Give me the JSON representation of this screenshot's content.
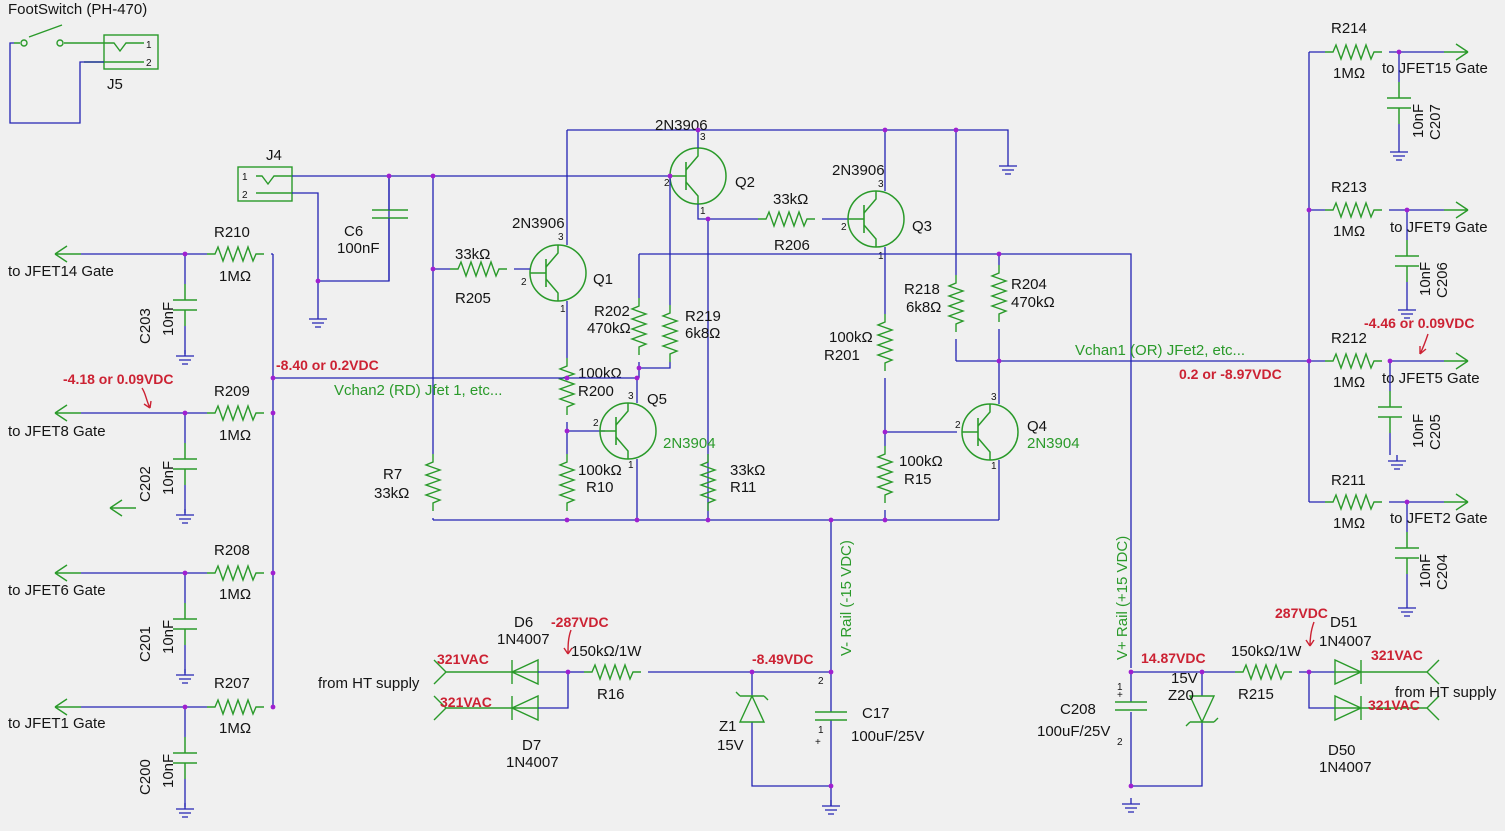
{
  "switch": {
    "name": "FootSwitch (PH-470)",
    "ref": "J5",
    "pin1": "1",
    "pin2": "2"
  },
  "jack_j4": {
    "ref": "J4",
    "pin1": "1",
    "pin2": "2"
  },
  "transistors": {
    "q1": {
      "type": "2N3906",
      "ref": "Q1",
      "b": "2",
      "c": "3",
      "e": "1"
    },
    "q2": {
      "type": "2N3906",
      "ref": "Q2",
      "b": "2",
      "c": "3",
      "e": "1"
    },
    "q3": {
      "type": "2N3906",
      "ref": "Q3",
      "b": "2",
      "c": "3",
      "e": "1"
    },
    "q4": {
      "type": "2N3904",
      "ref": "Q4",
      "b": "2",
      "c": "3",
      "e": "1"
    },
    "q5": {
      "type": "2N3904",
      "ref": "Q5",
      "b": "2",
      "c": "3",
      "e": "1"
    }
  },
  "resistors": {
    "r205": {
      "value": "33kΩ",
      "ref": "R205"
    },
    "r206": {
      "value": "33kΩ",
      "ref": "R206"
    },
    "r202": {
      "value": "470kΩ",
      "ref": "R202"
    },
    "r219": {
      "value": "6k8Ω",
      "ref": "R219"
    },
    "r200": {
      "value": "100kΩ",
      "ref": "R200"
    },
    "r10": {
      "value": "100kΩ",
      "ref": "R10"
    },
    "r11": {
      "value": "33kΩ",
      "ref": "R11"
    },
    "r7": {
      "value": "33kΩ",
      "ref": "R7"
    },
    "r201": {
      "value": "100kΩ",
      "ref": "R201"
    },
    "r15": {
      "value": "100kΩ",
      "ref": "R15"
    },
    "r218": {
      "value": "6k8Ω",
      "ref": "R218"
    },
    "r204": {
      "value": "470kΩ",
      "ref": "R204"
    },
    "r16": {
      "value": "150kΩ/1W",
      "ref": "R16"
    },
    "r215": {
      "value": "150kΩ/1W",
      "ref": "R215"
    },
    "r210": {
      "value": "1MΩ",
      "ref": "R210"
    },
    "r209": {
      "value": "1MΩ",
      "ref": "R209"
    },
    "r208": {
      "value": "1MΩ",
      "ref": "R208"
    },
    "r207": {
      "value": "1MΩ",
      "ref": "R207"
    },
    "r214": {
      "value": "1MΩ",
      "ref": "R214"
    },
    "r213": {
      "value": "1MΩ",
      "ref": "R213"
    },
    "r212": {
      "value": "1MΩ",
      "ref": "R212"
    },
    "r211": {
      "value": "1MΩ",
      "ref": "R211"
    }
  },
  "capacitors": {
    "c6": {
      "value": "100nF",
      "ref": "C6"
    },
    "c203": {
      "value": "10nF",
      "ref": "C203"
    },
    "c202": {
      "value": "10nF",
      "ref": "C202"
    },
    "c201": {
      "value": "10nF",
      "ref": "C201"
    },
    "c200": {
      "value": "10nF",
      "ref": "C200"
    },
    "c207": {
      "value": "10nF",
      "ref": "C207"
    },
    "c206": {
      "value": "10nF",
      "ref": "C206"
    },
    "c205": {
      "value": "10nF",
      "ref": "C205"
    },
    "c204": {
      "value": "10nF",
      "ref": "C204"
    },
    "c17": {
      "value": "100uF/25V",
      "ref": "C17",
      "pos": "+",
      "pin1": "1",
      "pin2": "2"
    },
    "c208": {
      "value": "100uF/25V",
      "ref": "C208",
      "pos": "+",
      "pin1": "1",
      "pin2": "2"
    }
  },
  "diodes": {
    "d6": {
      "ref": "D6",
      "type": "1N4007"
    },
    "d7": {
      "ref": "D7",
      "type": "1N4007"
    },
    "d50": {
      "ref": "D50",
      "type": "1N4007"
    },
    "d51": {
      "ref": "D51",
      "type": "1N4007"
    },
    "z1": {
      "ref": "Z1",
      "value": "15V"
    },
    "z20": {
      "ref": "Z20",
      "value": "15V"
    }
  },
  "ports": {
    "jfet14": "to JFET14 Gate",
    "jfet8": "to JFET8 Gate",
    "jfet6": "to JFET6 Gate",
    "jfet1": "to JFET1 Gate",
    "jfet15": "to JFET15 Gate",
    "jfet9": "to JFET9 Gate",
    "jfet5": "to JFET5 Gate",
    "jfet2": "to JFET2 Gate",
    "ht_left": "from HT supply",
    "ht_right": "from HT supply"
  },
  "nets": {
    "vchan2": "Vchan2 (RD) Jfet 1, etc...",
    "vchan1": "Vchan1 (OR) JFet2, etc...",
    "vneg": "V- Rail (-15 VDC)",
    "vpos": "V+ Rail (+15 VDC)"
  },
  "annotations": {
    "left_rail": "-8.40 or 0.2VDC",
    "jfet8": "-4.18 or 0.09VDC",
    "right_rail": "0.2 or -8.97VDC",
    "jfet5": "-4.46 or 0.09VDC",
    "vac1": "321VAC",
    "vac2": "321VAC",
    "vac3": "321VAC",
    "vac4": "321VAC",
    "neg287": "-287VDC",
    "pos287": "287VDC",
    "neg849": "-8.49VDC",
    "pos1487": "14.87VDC"
  },
  "colors": {
    "wire": "#2424b4",
    "component": "#2a9a2a",
    "annotation": "#cc2233",
    "junction": "#a020d0",
    "background": "#f0f0f0"
  }
}
